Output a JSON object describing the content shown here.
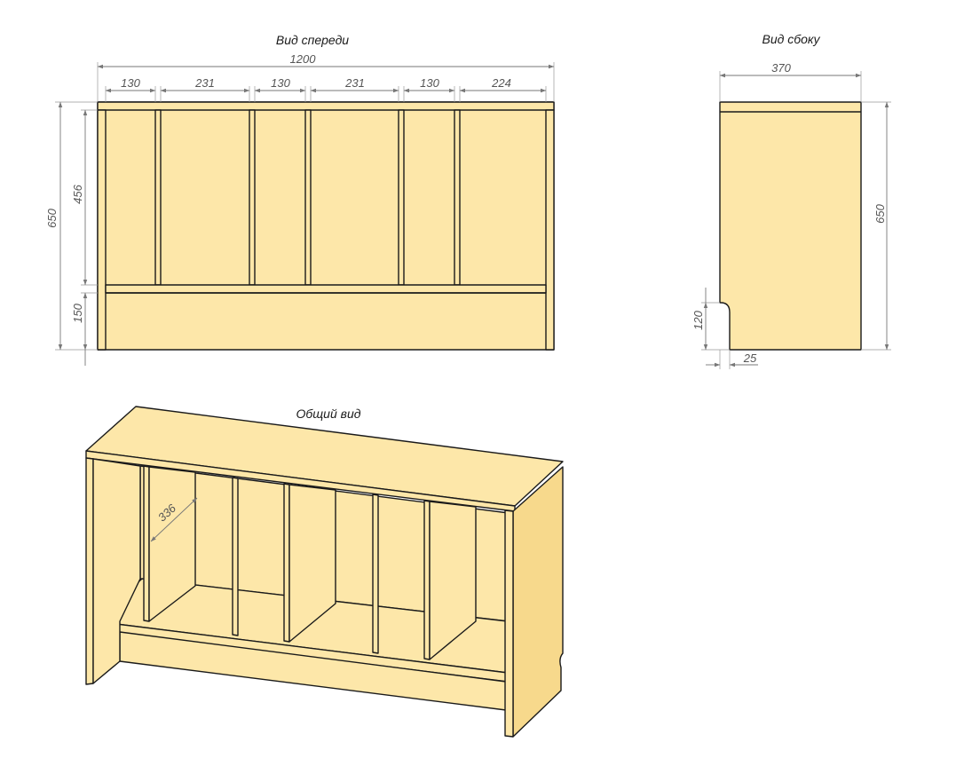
{
  "views": {
    "front_title": "Вид спереди",
    "side_title": "Вид сбоку",
    "iso_title": "Общий вид"
  },
  "dimensions": {
    "front_total_width": "1200",
    "front_cell_widths": [
      "130",
      "231",
      "130",
      "231",
      "130",
      "224"
    ],
    "front_total_height": "650",
    "front_upper_height": "456",
    "front_base_height": "150",
    "side_depth": "370",
    "side_height": "650",
    "side_cutout_height": "120",
    "side_cutout_depth": "25",
    "iso_depth": "336"
  },
  "colors": {
    "wood": "#fde7a9",
    "wood_side": "#f7d98c",
    "wood_dark": "#efcf83",
    "line": "#1a1a1a",
    "dimension": "#777777"
  }
}
